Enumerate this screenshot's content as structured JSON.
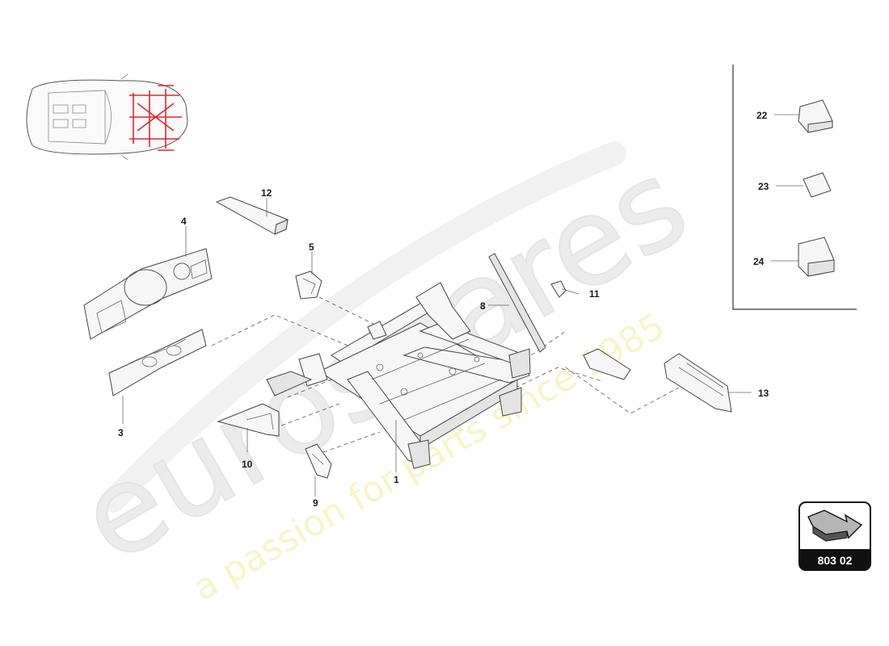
{
  "watermark": {
    "brand": "eurospares",
    "tagline": "a passion for parts since 1985"
  },
  "reference": {
    "code": "803 02"
  },
  "labels": [
    {
      "id": "1",
      "text": "1"
    },
    {
      "id": "3",
      "text": "3"
    },
    {
      "id": "4",
      "text": "4"
    },
    {
      "id": "5",
      "text": "5"
    },
    {
      "id": "8",
      "text": "8"
    },
    {
      "id": "9",
      "text": "9"
    },
    {
      "id": "10",
      "text": "10"
    },
    {
      "id": "11",
      "text": "11"
    },
    {
      "id": "12",
      "text": "12"
    },
    {
      "id": "13",
      "text": "13"
    },
    {
      "id": "22",
      "text": "22"
    },
    {
      "id": "23",
      "text": "23"
    },
    {
      "id": "24",
      "text": "24"
    }
  ],
  "colors": {
    "highlight": "#e0272d",
    "line": "#444444",
    "watermark": "#d9d9d9",
    "watermark_tagline": "#f3f0a8",
    "reference_box": "#111111"
  },
  "icons": [
    "car-top-view-icon",
    "arrow-reference-icon"
  ]
}
